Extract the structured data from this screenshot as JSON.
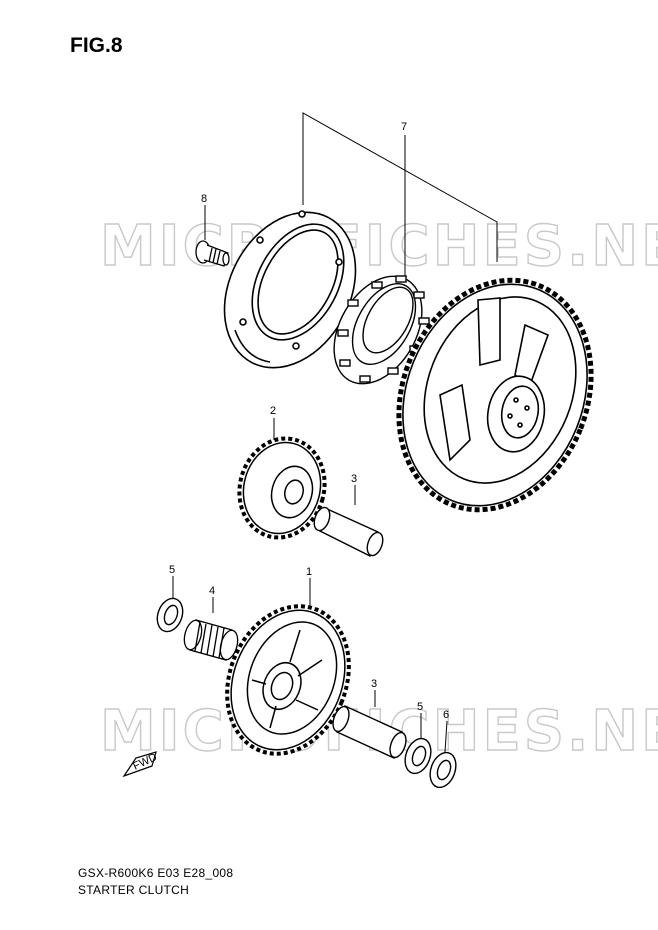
{
  "figure": {
    "title": "FIG.8"
  },
  "watermark": {
    "text": "MICROFICHES.NET"
  },
  "callouts": [
    {
      "id": "7",
      "label": "7"
    },
    {
      "id": "8",
      "label": "8"
    },
    {
      "id": "2",
      "label": "2"
    },
    {
      "id": "3a",
      "label": "3"
    },
    {
      "id": "5a",
      "label": "5"
    },
    {
      "id": "4",
      "label": "4"
    },
    {
      "id": "1",
      "label": "1"
    },
    {
      "id": "3b",
      "label": "3"
    },
    {
      "id": "5b",
      "label": "5"
    },
    {
      "id": "6",
      "label": "6"
    }
  ],
  "fwd_label": "FWD",
  "footer": {
    "code": "GSX-R600K6 E03 E28_008",
    "name": "STARTER CLUTCH"
  }
}
